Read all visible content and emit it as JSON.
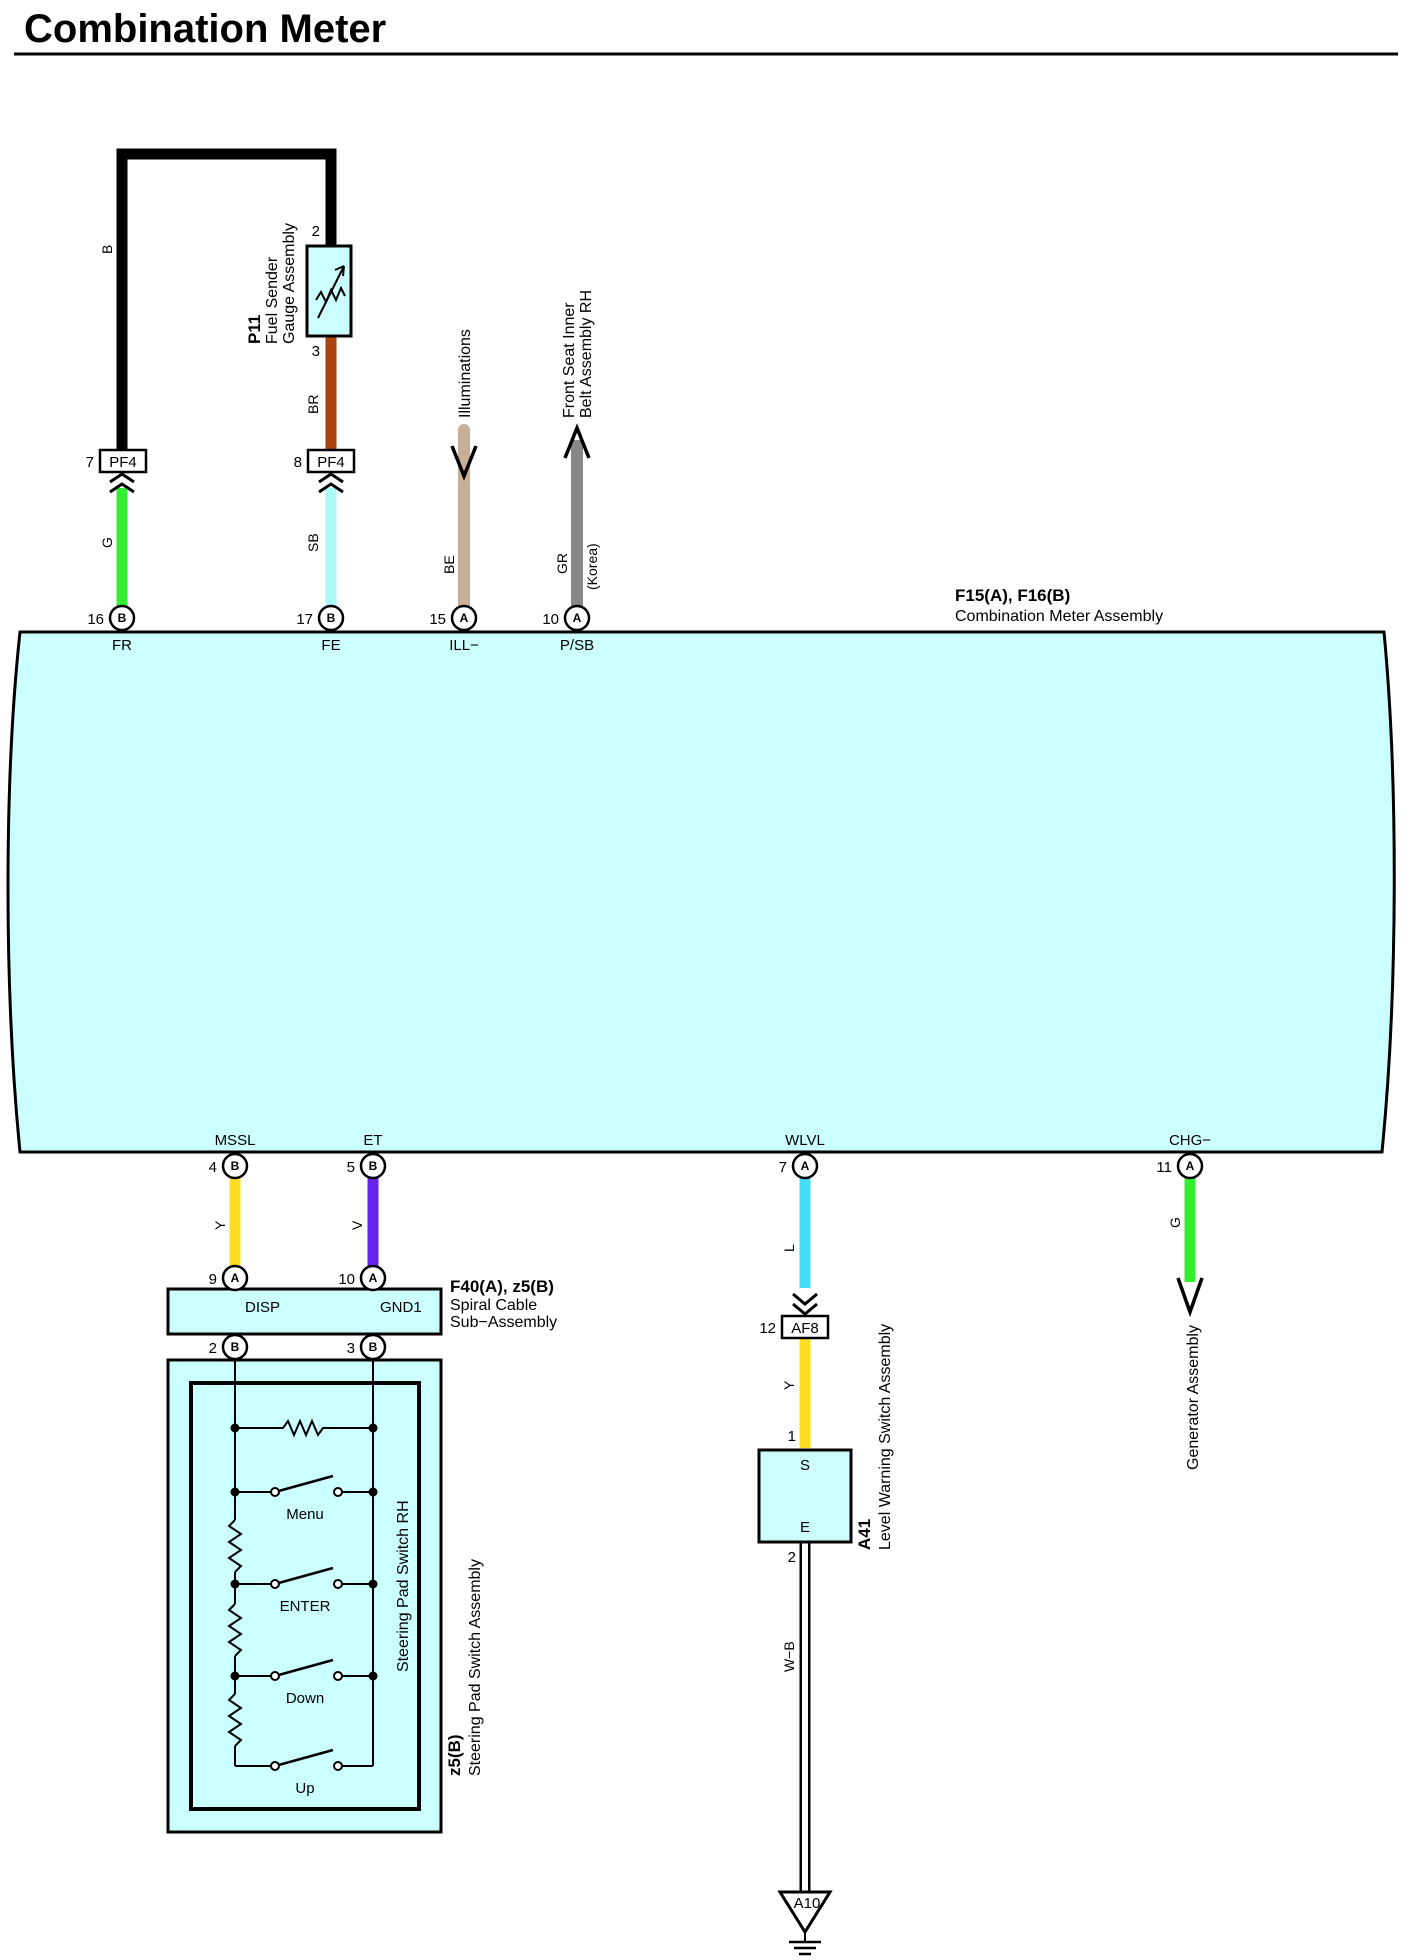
{
  "title": "Combination Meter",
  "colors": {
    "meter_fill": "#ccffff",
    "wire_B": "#000000",
    "wire_G": "#33ee33",
    "wire_BR": "#aa4411",
    "wire_SB": "#aaf8f8",
    "wire_BE": "#c8b098",
    "wire_GR": "#888888",
    "wire_Y": "#ffdd22",
    "wire_V": "#6622ee",
    "wire_L": "#44ddf4",
    "wire_WB": "#ffffff"
  },
  "meter": {
    "code": "F15(A), F16(B)",
    "name": "Combination Meter Assembly"
  },
  "top_pins": [
    {
      "pin": "16",
      "conn": "B",
      "signal": "FR"
    },
    {
      "pin": "17",
      "conn": "B",
      "signal": "FE"
    },
    {
      "pin": "15",
      "conn": "A",
      "signal": "ILL−"
    },
    {
      "pin": "10",
      "conn": "A",
      "signal": "P/SB"
    }
  ],
  "bottom_pins": [
    {
      "pin": "4",
      "conn": "B",
      "signal": "MSSL"
    },
    {
      "pin": "5",
      "conn": "B",
      "signal": "ET"
    },
    {
      "pin": "7",
      "conn": "A",
      "signal": "WLVL"
    },
    {
      "pin": "11",
      "conn": "A",
      "signal": "CHG−"
    }
  ],
  "wires": {
    "fr_upper": "B",
    "fr_lower": "G",
    "fe_upper": "BR",
    "fe_lower": "SB",
    "ill": "BE",
    "psb": "GR",
    "psb_note": "(Korea)",
    "mssl": "Y",
    "et": "V",
    "wlvl_upper": "L",
    "wlvl_lower": "Y",
    "gnd": "W−B",
    "chg": "G"
  },
  "pf4_left": {
    "pin": "7",
    "name": "PF4"
  },
  "pf4_right": {
    "pin": "8",
    "name": "PF4"
  },
  "fuel_sender": {
    "code": "P11",
    "line1": "Fuel Sender",
    "line2": "Gauge Assembly",
    "pin_top": "2",
    "pin_bottom": "3"
  },
  "illuminations": "Illuminations",
  "seat_belt": {
    "line1": "Front Seat Inner",
    "line2": "Belt Assembly RH"
  },
  "spiral": {
    "code": "F40(A), z5(B)",
    "line1": "Spiral Cable",
    "line2": "Sub−Assembly",
    "left_label": "DISP",
    "right_label": "GND1",
    "pin_tl": "9",
    "conn_tl": "A",
    "pin_tr": "10",
    "conn_tr": "A",
    "pin_bl": "2",
    "conn_bl": "B",
    "pin_br": "3",
    "conn_br": "B"
  },
  "steering": {
    "inner_label": "Steering Pad Switch RH",
    "code": "z5(B)",
    "outer_label": "Steering Pad Switch Assembly",
    "switches": [
      "Menu",
      "ENTER",
      "Down",
      "Up"
    ]
  },
  "af8": {
    "pin": "12",
    "name": "AF8"
  },
  "level_switch": {
    "code": "A41",
    "name": "Level Warning Switch Assembly",
    "pin_top": "1",
    "pin_bottom": "2",
    "top_label": "S",
    "bottom_label": "E"
  },
  "ground": {
    "name": "A10"
  },
  "generator": "Generator Assembly"
}
